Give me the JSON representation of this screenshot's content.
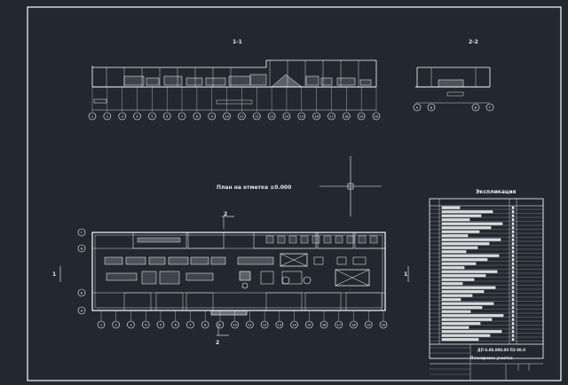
{
  "drawing": {
    "section_1_label": "1-1",
    "section_2_label": "2-2",
    "plan_title": "План на отметке ±0.000",
    "cut_mark": "2",
    "side_mark": "1",
    "section_1_axes": [
      "1",
      "2",
      "3",
      "4",
      "5",
      "6",
      "7",
      "8",
      "9",
      "10",
      "11",
      "12",
      "13",
      "14",
      "15",
      "16",
      "17",
      "18",
      "19",
      "20"
    ],
    "section_2_axes": [
      "А",
      "Б",
      "В",
      "Г"
    ],
    "plan_bottom_axes": [
      "1",
      "2",
      "3",
      "4",
      "5",
      "6",
      "7",
      "8",
      "9",
      "10",
      "11",
      "12",
      "13",
      "14",
      "15",
      "16",
      "17",
      "18",
      "19",
      "20"
    ],
    "plan_left_axes": [
      "Г",
      "В",
      "Б",
      "А"
    ],
    "spec_title": "Экспликация",
    "title_block_code": "ДП 0.00.000.00 ПЗ 00.0",
    "title_block_name": "Планировка участка"
  },
  "colors": {
    "background": "#212830",
    "lines": "#ffffff",
    "accent": "#d8d8d8"
  }
}
